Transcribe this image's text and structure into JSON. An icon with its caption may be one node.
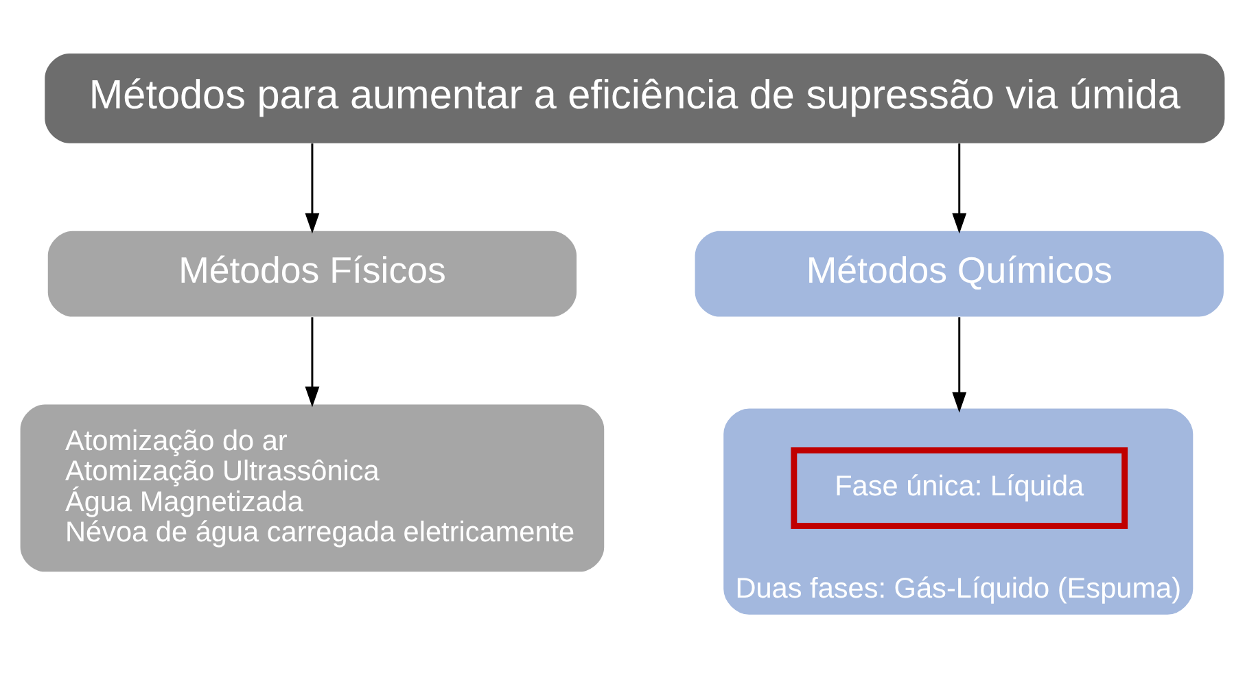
{
  "diagram": {
    "nodes": [
      {
        "text": [
          "Métodos para aumentar a eficiência de supressão via úmida"
        ]
      },
      {
        "text": [
          "Métodos Físicos"
        ]
      },
      {
        "text": [
          "Métodos Químicos"
        ]
      },
      {
        "text": [
          "Atomização do ar",
          "Atomização Ultrassônica",
          "Água Magnetizada",
          "Névoa de água carregada eletricamente"
        ]
      },
      {
        "text": [
          "Duas fases: Gás-Líquido (Espuma)"
        ]
      },
      {
        "text": [
          "Fase única: Líquida"
        ],
        "in": 4
      }
    ],
    "edges": [
      {
        "from": 0,
        "to": 1,
        "arrow": "to"
      },
      {
        "from": 0,
        "to": 2,
        "arrow": "to"
      },
      {
        "from": 1,
        "to": 3,
        "arrow": "to"
      },
      {
        "from": 2,
        "to": 4,
        "arrow": "to"
      }
    ]
  }
}
